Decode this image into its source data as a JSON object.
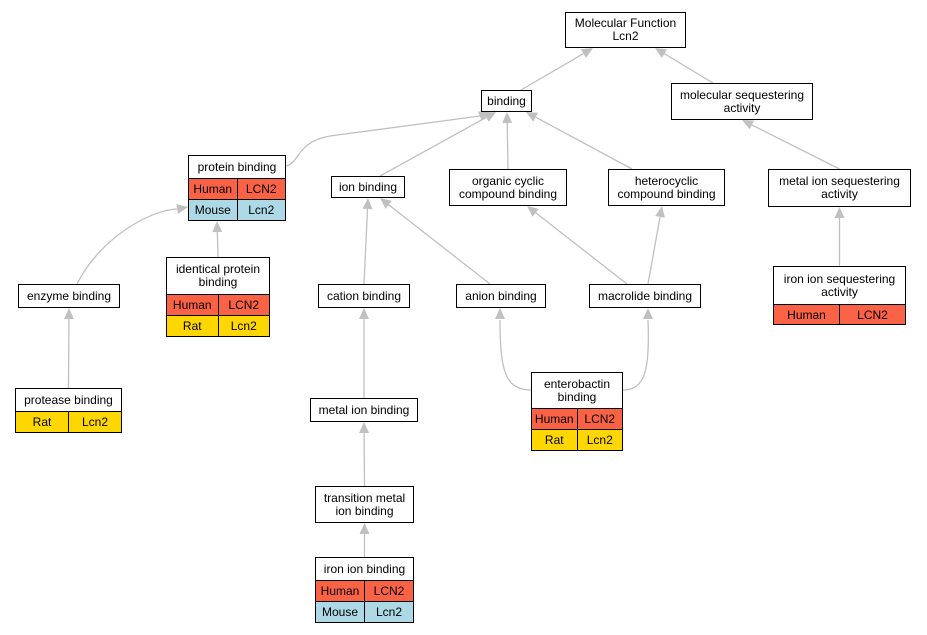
{
  "colors": {
    "edge": "#c0c0c0",
    "human": "#fa6246",
    "rat": "#ffd700",
    "mouse": "#add8e6"
  },
  "nodes": {
    "mf": {
      "title": "Molecular Function\nLcn2"
    },
    "binding": {
      "title": "binding"
    },
    "msa": {
      "title": "molecular sequestering\nactivity"
    },
    "protein": {
      "title": "protein binding",
      "rows": [
        [
          "Human",
          "LCN2"
        ],
        [
          "Mouse",
          "Lcn2"
        ]
      ]
    },
    "ion": {
      "title": "ion binding"
    },
    "organic": {
      "title": "organic cyclic\ncompound binding"
    },
    "hetero": {
      "title": "heterocyclic\ncompound binding"
    },
    "metalseq": {
      "title": "metal ion sequestering\nactivity"
    },
    "enzyme": {
      "title": "enzyme binding"
    },
    "identical": {
      "title": "identical protein\nbinding",
      "rows": [
        [
          "Human",
          "LCN2"
        ],
        [
          "Rat",
          "Lcn2"
        ]
      ]
    },
    "cation": {
      "title": "cation binding"
    },
    "anion": {
      "title": "anion binding"
    },
    "macrolide": {
      "title": "macrolide binding"
    },
    "ironseq": {
      "title": "iron ion sequestering\nactivity",
      "rows": [
        [
          "Human",
          "LCN2"
        ]
      ]
    },
    "protease": {
      "title": "protease binding",
      "rows": [
        [
          "Rat",
          "Lcn2"
        ]
      ]
    },
    "metal": {
      "title": "metal ion binding"
    },
    "entero": {
      "title": "enterobactin\nbinding",
      "rows": [
        [
          "Human",
          "LCN2"
        ],
        [
          "Rat",
          "Lcn2"
        ]
      ]
    },
    "transition": {
      "title": "transition metal\nion binding"
    },
    "iron": {
      "title": "iron ion binding",
      "rows": [
        [
          "Human",
          "LCN2"
        ],
        [
          "Mouse",
          "Lcn2"
        ]
      ]
    }
  },
  "edges": [
    [
      "binding",
      "mf"
    ],
    [
      "msa",
      "mf"
    ],
    [
      "protein",
      "binding"
    ],
    [
      "ion",
      "binding"
    ],
    [
      "organic",
      "binding"
    ],
    [
      "hetero",
      "binding"
    ],
    [
      "metalseq",
      "msa"
    ],
    [
      "enzyme",
      "protein"
    ],
    [
      "identical",
      "protein"
    ],
    [
      "cation",
      "ion"
    ],
    [
      "anion",
      "ion"
    ],
    [
      "macrolide",
      "organic"
    ],
    [
      "macrolide",
      "hetero"
    ],
    [
      "ironseq",
      "metalseq"
    ],
    [
      "protease",
      "enzyme"
    ],
    [
      "metal",
      "cation"
    ],
    [
      "entero",
      "anion"
    ],
    [
      "entero",
      "macrolide"
    ],
    [
      "transition",
      "metal"
    ],
    [
      "iron",
      "transition"
    ]
  ]
}
